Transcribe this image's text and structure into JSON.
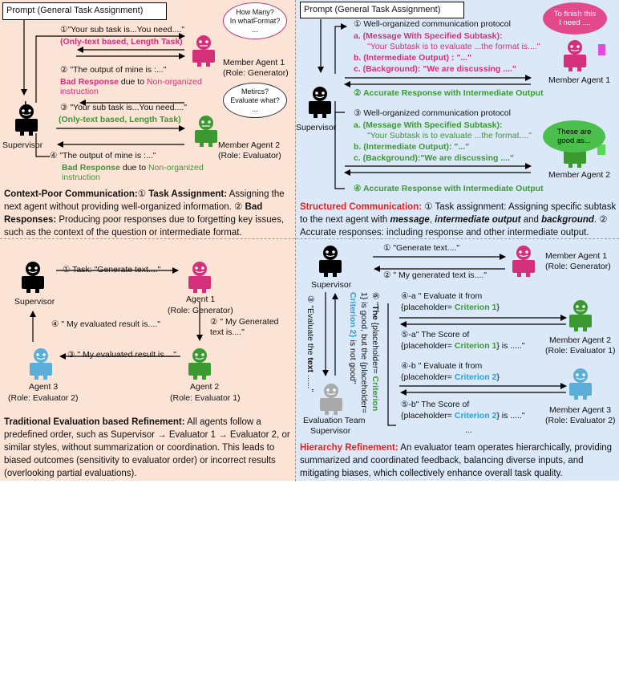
{
  "colors": {
    "pink": "#d4307a",
    "green": "#3a9a30",
    "red": "#e8201d",
    "cyan": "#2aa0d8",
    "peach": "#fbe3d6",
    "blue": "#dbe8f7"
  },
  "tl": {
    "prompt": "Prompt (General Task Assignment)",
    "supervisor": "Supervisor",
    "bubble1": [
      "How Many?",
      "In whatFormat?",
      "..."
    ],
    "bubble2": [
      "Metircs?",
      "Evaluate what?",
      "..."
    ],
    "step1": "①\"Your sub task is...You need....\"",
    "step1_tag": "(Only-text based, Length Task)",
    "step2": "② \"The output of mine is :...\"",
    "step2_bad": "Bad Response",
    "step2_due": " due to ",
    "step2_non": "Non-organized",
    "step2_instr": "instruction",
    "step3": "③ \"Your sub task is...You need....\"",
    "step3_tag": "(Only-text based, Length Task)",
    "step4": "④ \"The output of mine is :...\"",
    "step4_bad": "Bad Response",
    "step4_due": " due to ",
    "step4_non": "Non-organized",
    "step4_instr": "instruction",
    "agent1": "Member Agent 1",
    "agent1_role": "(Role: Generator)",
    "agent2": "Member Agent  2",
    "agent2_role": "(Role: Evaluator)",
    "para_title": "Context-Poor Communication:",
    "para_1": "① ",
    "para_ta": "Task Assignment:",
    "para_2": " Assigning the next agent without providing well-organized information. ② ",
    "para_br": "Bad Responses:",
    "para_3": " Producing poor responses due to forgetting key issues, such as the context of the question or intermediate format."
  },
  "tr": {
    "prompt": "Prompt (General Task Assignment)",
    "supervisor": "Supervisor",
    "bubble1": [
      "To finish this",
      "I need ...."
    ],
    "bubble2": [
      "These are",
      "good as..."
    ],
    "s1": "① Well-organized communication protocol",
    "s1a": "a.  (Message With Specified Subtask):",
    "s1a_q": "\"Your Subtask is to evaluate ...the format is....\"",
    "s1b": "b.  (Intermediate Output) : \"...\"",
    "s1c": "c.  (Background): \"We are discussing ....\"",
    "s2": "② Accurate Response with Intermediate Output",
    "s3": "③ Well-organized communication protocol",
    "s3a": "a. (Message With Specified Subtask):",
    "s3a_q": "\"Your Subtask is to evaluate ...the format....\"",
    "s3b": "b.  (Intermediate Output): \"...\"",
    "s3c": "c.  (Background):\"We are discussing ....\"",
    "s4": "④ Accurate Response with Intermediate Output",
    "agent1": "Member Agent 1",
    "agent2": "Member Agent 2",
    "para_title": "Structured Communication:",
    "para_1": " ① Task assignment: Assigning specific subtask to the next agent with ",
    "para_msg": "message",
    "para_c": ", ",
    "para_io": "intermediate output",
    "para_and": " and ",
    "para_bg": "background",
    "para_2": ". ② Accurate responses: including response and other intermediate output."
  },
  "bl": {
    "supervisor": "Supervisor",
    "agent1": "Agent 1",
    "agent1_role": "(Role: Generator)",
    "agent2": "Agent 2",
    "agent2_role": "(Role: Evaluator 1)",
    "agent3": "Agent 3",
    "agent3_role": "(Role: Evaluator 2)",
    "m1": "①  Task:  \"Generate text....\"",
    "m2a": "②  \" My Generated",
    "m2b": "text is....\"",
    "m3": "③  \" My evaluated result is....\"",
    "m4": "④  \" My evaluated result is....\"",
    "para_title": "Traditional Evaluation based Refinement:",
    "para_text": " All agents follow a predefined order, such as Supervisor → Evaluator 1 → Evaluator 2, or similar styles, without summarization or coordination. This leads to biased outcomes (sensitivity to evaluator order) or incorrect results (overlooking partial evaluations)."
  },
  "br": {
    "supervisor": "Supervisor",
    "eval_team": "Evaluation Team",
    "eval_team2": "Supervisor",
    "agent1": "Member Agent 1",
    "agent1_role": "(Role: Generator)",
    "agent2": "Member Agent 2",
    "agent2_role": "(Role: Evaluator 1)",
    "agent3": "Member Agent 3",
    "agent3_role": "(Role: Evaluator 2)",
    "m1": "①  \"Generate text....\"",
    "m2": "②  \" My generated text is....\"",
    "m4a1": "④-a \" Evaluate it from",
    "m4a2": "{placeholder= ",
    "crit1": "Criterion 1",
    "close": "}",
    "m5a1": "⑤-a\" The Score of",
    "m5a2": "{placeholder= ",
    "m5a3": "} is .....\"",
    "m4b1": "④-b \" Evaluate it from",
    "m4b2": "{placeholder= ",
    "crit2": "Criterion 2",
    "m5b1": "⑤-b\" The Score of",
    "m5b2": "{placeholder= ",
    "m5b3": "} is .....\"",
    "dots": "...",
    "v3a": "③ \"Evaluate the ",
    "v3b": "text",
    "v3c": " ......\"",
    "v6a": "⑥ \"",
    "v6b": "The",
    "v6c": " {placeholder= ",
    "v6d": "Criterion",
    "v6e": "1} is good, but the {placeholder=",
    "v6f": "Criterion 2}",
    "v6g": " is not good\"",
    "para_title": "Hierarchy Refinement:",
    "para_text": " An evaluator team operates hierarchically, providing summarized and coordinated feedback, balancing diverse inputs, and mitigating biases, which collectively enhance overall task quality."
  }
}
